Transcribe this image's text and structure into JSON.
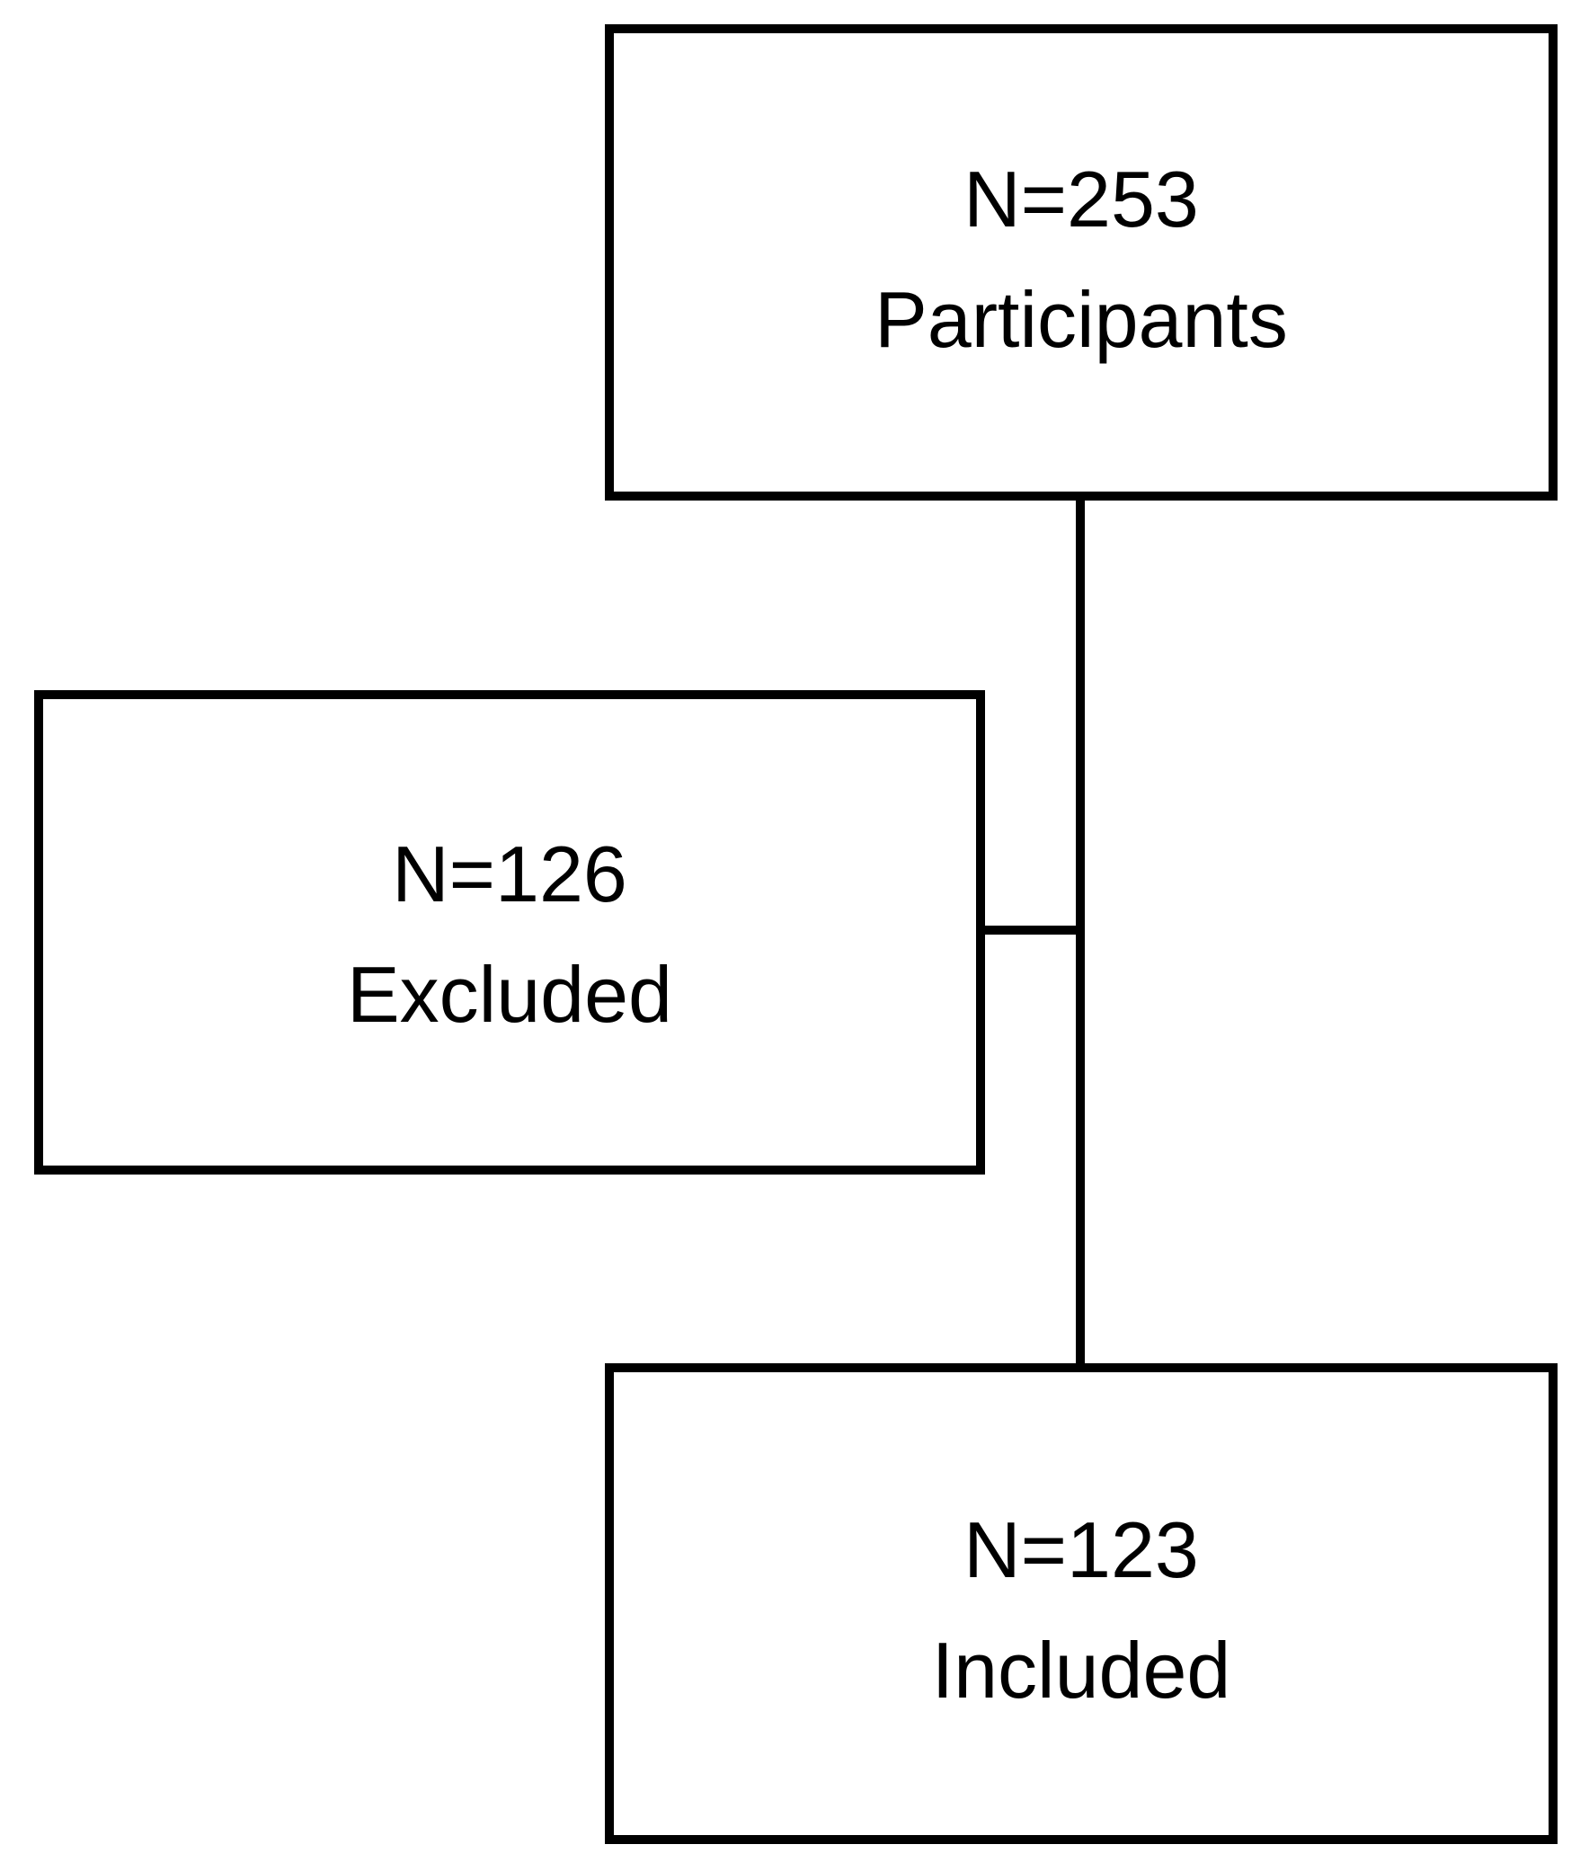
{
  "diagram": {
    "type": "participant-flow-chart",
    "background_color": "#FFFFFF",
    "line_color": "#000000",
    "text_color": "#000000",
    "nodes": [
      {
        "id": "participants",
        "line1": "N=253",
        "line2": "Participants",
        "count": 253,
        "label": "Participants"
      },
      {
        "id": "excluded",
        "line1": "N=126",
        "line2": "Excluded",
        "count": 126,
        "label": "Excluded"
      },
      {
        "id": "included",
        "line1": "N=123",
        "line2": "Included",
        "count": 123,
        "label": "Included"
      }
    ],
    "connectors": [
      {
        "id": "participants-to-included",
        "from": "participants",
        "to": "included",
        "orientation": "vertical"
      },
      {
        "id": "main-to-excluded",
        "from": "participants",
        "to": "excluded",
        "orientation": "horizontal"
      }
    ]
  }
}
